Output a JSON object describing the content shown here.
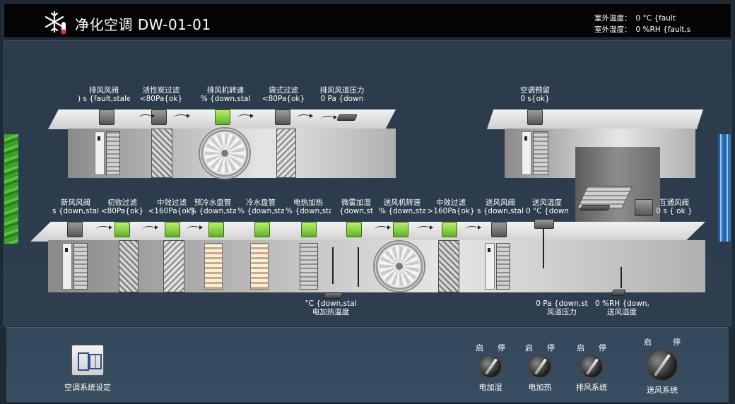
{
  "header": {
    "title": "净化空调 DW-01-01",
    "icon": "snowflake-thermometer-icon",
    "outdoor_temp": {
      "label": "室外温度：",
      "value": "0 °C {fault"
    },
    "outdoor_humidity": {
      "label": "室外湿度：",
      "value": "0 %RH {fault,s"
    }
  },
  "exhaust": {
    "exhaust_damper": {
      "label": "排风风阀",
      "value": ") s {fault,stale"
    },
    "activated_carbon": {
      "label": "活性炭过滤",
      "value": "<80Pa{ok}"
    },
    "exhaust_fan_speed": {
      "label": "排风机转速",
      "value": "% {down,stal"
    },
    "bag_filter": {
      "label": "袋式过滤",
      "value": "<80Pa{ok}"
    },
    "exhaust_duct_pressure": {
      "label": "排风风道压力",
      "value": "0 Pa {down"
    },
    "ac_reserved": {
      "label": "空调预留",
      "value": "0 s{ok}"
    }
  },
  "supply": {
    "fresh_air_damper": {
      "label": "新风风阀",
      "value": "s {down,stal"
    },
    "primary_filter": {
      "label": "初效过滤",
      "value": "<80Pa{ok}"
    },
    "medium_filter_1": {
      "label": "中效过滤",
      "value": "<160Pa{ok}"
    },
    "precool_coil": {
      "label": "预冷水盘管",
      "value": "% {down,sta"
    },
    "cold_coil": {
      "label": "冷水盘管",
      "value": "% {down,stal"
    },
    "electric_heating": {
      "label": "电热加热",
      "value": "% {down,sta"
    },
    "mist_humidifier": {
      "label": "微雾加湿",
      "value": "{down,st"
    },
    "supply_fan_speed": {
      "label": "送风机转速",
      "value": "% {down,sta"
    },
    "medium_filter_2": {
      "label": "中效过滤",
      "value": ">160Pa{ok}"
    },
    "supply_damper": {
      "label": "送风风阀",
      "value": "s {down,stal"
    },
    "supply_temp": {
      "label": "送风温度",
      "value": "0 °C {down"
    },
    "interlink_damper": {
      "label": "互通风阀",
      "value": "0 s { ok }"
    },
    "heater_temp": {
      "label": "电加热温度",
      "value": "°C {down,stal"
    },
    "duct_pressure": {
      "label": "风道压力",
      "value": "0 Pa {down,st"
    },
    "supply_humidity": {
      "label": "送风湿度",
      "value": "0 %RH {down,"
    }
  },
  "bottom": {
    "system_settings": "空调系统设定",
    "on": "启",
    "off": "停",
    "knobs": [
      "电加湿",
      "电加热",
      "排风系统",
      "送风系统"
    ]
  }
}
